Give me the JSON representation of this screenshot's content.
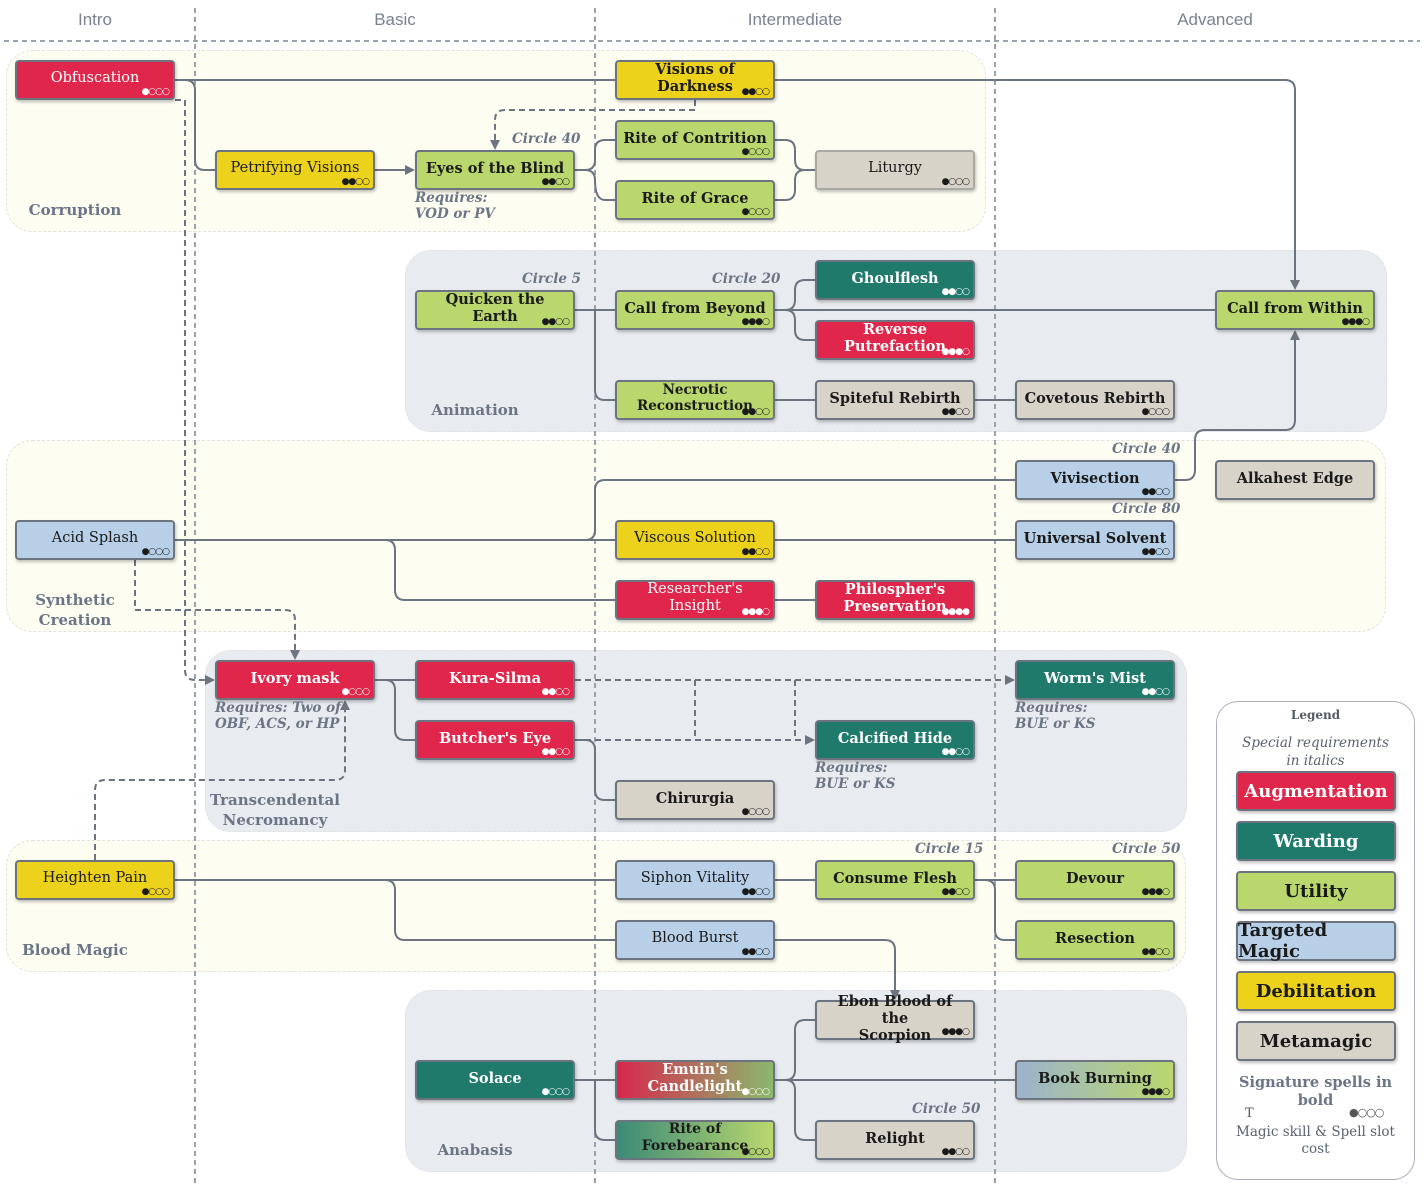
{
  "columns": [
    "Intro",
    "Basic",
    "Intermediate",
    "Advanced"
  ],
  "groups": {
    "corruption": "Corruption",
    "animation": "Animation",
    "synthetic": "Synthetic\nCreation",
    "transcendental": "Transcendental\nNecromancy",
    "blood": "Blood Magic",
    "anabasis": "Anabasis"
  },
  "nodes": {
    "obfuscation": {
      "label": "Obfuscation",
      "dots": "●○○○"
    },
    "visions_of_darkness": {
      "label": "Visions of Darkness",
      "dots": "●●○○"
    },
    "petrifying_visions": {
      "label": "Petrifying Visions",
      "dots": "●●○○"
    },
    "eyes_of_the_blind": {
      "label": "Eyes of the Blind",
      "dots": "●●○○"
    },
    "rite_of_contrition": {
      "label": "Rite of Contrition",
      "dots": "●○○○"
    },
    "rite_of_grace": {
      "label": "Rite of Grace",
      "dots": "●○○○"
    },
    "liturgy": {
      "label": "Liturgy",
      "dots": "●○○○"
    },
    "quicken_the_earth": {
      "label": "Quicken the Earth",
      "dots": "●●○○"
    },
    "call_from_beyond": {
      "label": "Call from Beyond",
      "dots": "●●●○"
    },
    "ghoulflesh": {
      "label": "Ghoulflesh",
      "dots": "●●○○"
    },
    "reverse_putrefaction": {
      "label": "Reverse\nPutrefaction",
      "dots": "●●●○"
    },
    "call_from_within": {
      "label": "Call from Within",
      "dots": "●●●○"
    },
    "necrotic_reconstruction": {
      "label": "Necrotic\nReconstruction",
      "dots": "●●○○"
    },
    "spiteful_rebirth": {
      "label": "Spiteful Rebirth",
      "dots": "●●○○"
    },
    "covetous_rebirth": {
      "label": "Covetous Rebirth",
      "dots": "●○○○"
    },
    "vivisection": {
      "label": "Vivisection",
      "dots": "●●○○"
    },
    "alkahest_edge": {
      "label": "Alkahest Edge",
      "dots": ""
    },
    "acid_splash": {
      "label": "Acid Splash",
      "dots": "●○○○"
    },
    "viscous_solution": {
      "label": "Viscous Solution",
      "dots": "●●○○"
    },
    "universal_solvent": {
      "label": "Universal Solvent",
      "dots": "●●○○"
    },
    "researchers_insight": {
      "label": "Researcher's Insight",
      "dots": "●●●○"
    },
    "philosphers_preservation": {
      "label": "Philospher's\nPreservation",
      "dots": "●●●●"
    },
    "ivory_mask": {
      "label": "Ivory mask",
      "dots": "●○○○"
    },
    "kura_silma": {
      "label": "Kura-Silma",
      "dots": "●●○○"
    },
    "worms_mist": {
      "label": "Worm's Mist",
      "dots": "●●○○"
    },
    "butchers_eye": {
      "label": "Butcher's Eye",
      "dots": "●●○○"
    },
    "calcified_hide": {
      "label": "Calcified Hide",
      "dots": "●●○○"
    },
    "chirurgia": {
      "label": "Chirurgia",
      "dots": "●○○○"
    },
    "heighten_pain": {
      "label": "Heighten Pain",
      "dots": "●○○○"
    },
    "siphon_vitality": {
      "label": "Siphon Vitality",
      "dots": "●●○○"
    },
    "consume_flesh": {
      "label": "Consume Flesh",
      "dots": "●●○○"
    },
    "devour": {
      "label": "Devour",
      "dots": "●●●○"
    },
    "blood_burst": {
      "label": "Blood Burst",
      "dots": "●●○○"
    },
    "resection": {
      "label": "Resection",
      "dots": "●●○○"
    },
    "ebon_blood": {
      "label": "Ebon Blood of the\nScorpion",
      "dots": "●●●○"
    },
    "solace": {
      "label": "Solace",
      "dots": "●○○○"
    },
    "emuins_candlelight": {
      "label": "Emuin's Candlelight",
      "dots": "●○○○"
    },
    "book_burning": {
      "label": "Book Burning",
      "dots": "●●●○"
    },
    "rite_of_forebearance": {
      "label": "Rite of Forebearance",
      "dots": "●○○○"
    },
    "relight": {
      "label": "Relight",
      "dots": "●●○○"
    }
  },
  "notes": {
    "circle40_eyes": "Circle 40",
    "req_eyes": "Requires:\nVOD or PV",
    "circle5": "Circle 5",
    "circle20": "Circle 20",
    "circle40_viv": "Circle 40",
    "circle80": "Circle 80",
    "req_ivory": "Requires: Two of\nOBF, ACS, or HP",
    "req_worm": "Requires:\nBUE or KS",
    "req_calc": "Requires:\nBUE or KS",
    "circle15": "Circle 15",
    "circle50_devour": "Circle 50",
    "circle50_relight": "Circle 50"
  },
  "legend": {
    "title": "Legend",
    "note": "Special requirements\nin italics",
    "items": [
      {
        "label": "Augmentation",
        "color": "#e0264a"
      },
      {
        "label": "Warding",
        "color": "#1f7a6c"
      },
      {
        "label": "Utility",
        "color": "#bad76e"
      },
      {
        "label": "Targeted Magic",
        "color": "#b7d0e8"
      },
      {
        "label": "Debilitation",
        "color": "#edd21c"
      },
      {
        "label": "Metamagic",
        "color": "#d8d3c9"
      }
    ],
    "signature": "Signature spells in\nbold",
    "t_letter": "T",
    "cost_dots": "●○○○",
    "cost_text": "Magic skill & Spell slot\ncost"
  }
}
